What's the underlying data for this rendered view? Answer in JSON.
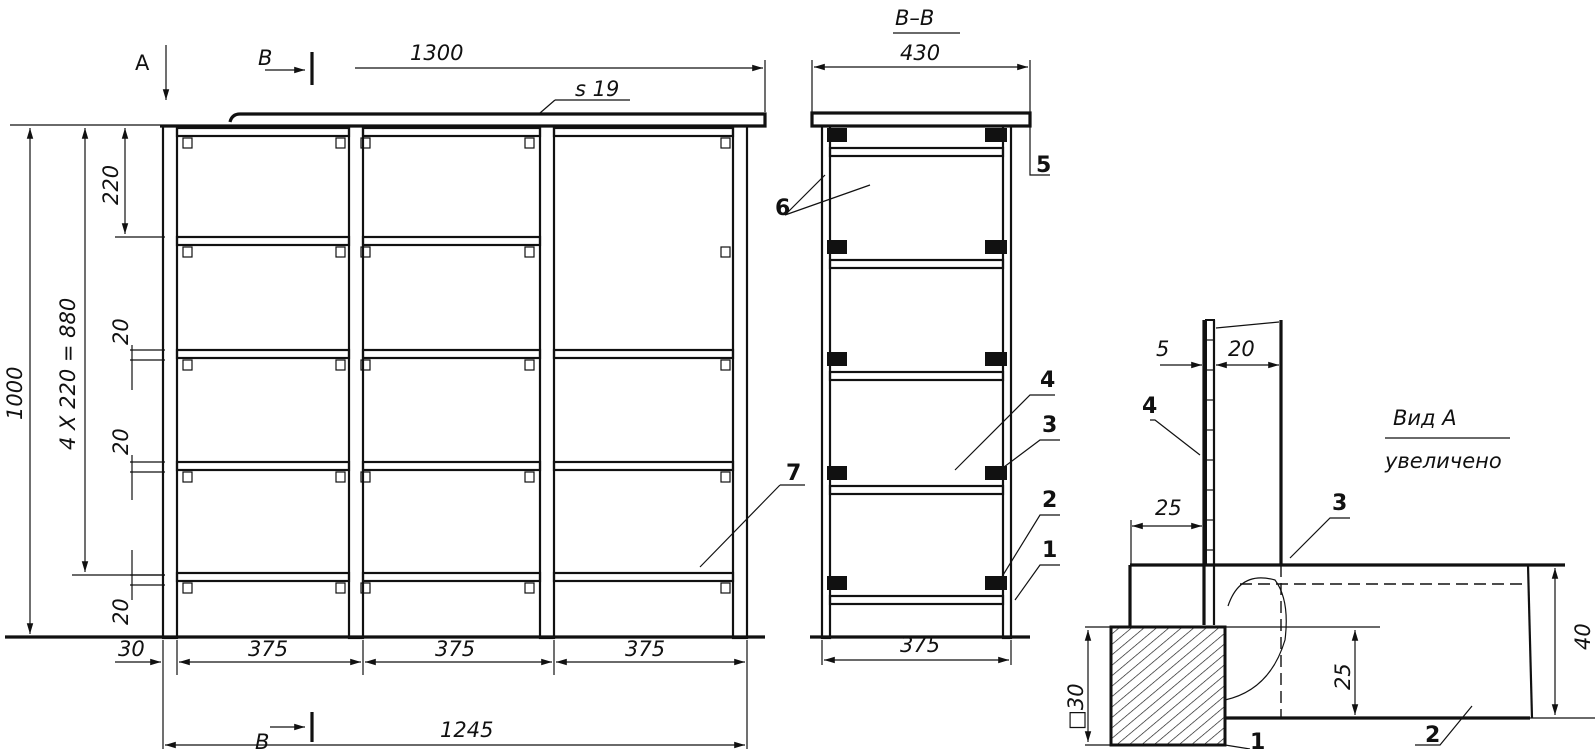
{
  "front_view": {
    "view_marker_a": "A",
    "section_marker_top": "B",
    "section_marker_bottom": "B",
    "dim_top_width": "1300",
    "top_thickness": "s 19",
    "dim_total_height": "1000",
    "dim_shelf_pitch_total": "4 X 220 = 880",
    "dim_top_shelf": "220",
    "dim_gap_1": "20",
    "dim_gap_2": "20",
    "dim_gap_3": "20",
    "dim_offset": "30",
    "dim_bay_1": "375",
    "dim_bay_2": "375",
    "dim_bay_3": "375",
    "dim_overall_width": "1245",
    "callout_7": "7"
  },
  "section_view": {
    "title": "B–B",
    "dim_depth_top": "430",
    "dim_depth_bottom": "375",
    "callouts": [
      "1",
      "2",
      "3",
      "4",
      "5",
      "6"
    ]
  },
  "detail_view": {
    "title_line1": "Вид А",
    "title_line2": "увеличено",
    "dim_plank": "5",
    "dim_bar": "20",
    "dim_offset": "25",
    "dim_height": "40",
    "dim_inner": "25",
    "dim_square": "□30",
    "callouts": [
      "1",
      "2",
      "3",
      "4"
    ]
  }
}
